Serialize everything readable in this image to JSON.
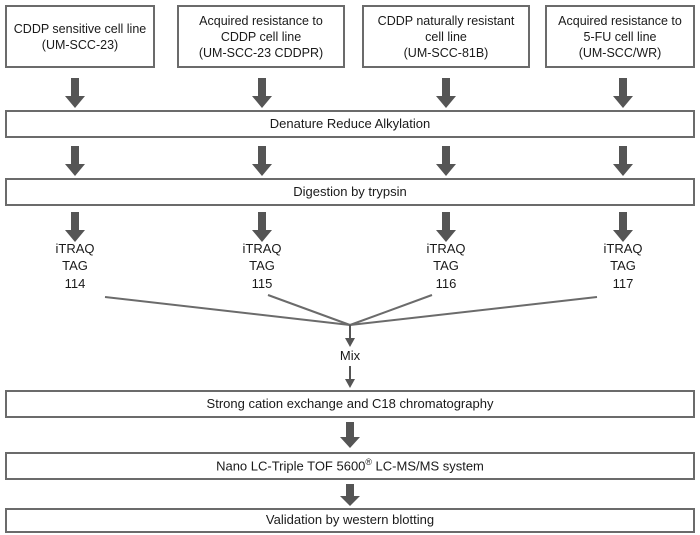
{
  "diagram": {
    "title": "iTRAQ quantitative proteomics workflow",
    "line_color": "#6b6b6b",
    "arrow_color": "#555555",
    "text_color": "#1a1a1a",
    "background": "#ffffff"
  },
  "cell_lines": [
    {
      "id": "cddp-sensitive",
      "line1": "CDDP sensitive cell line",
      "line2": "(UM-SCC-23)",
      "line3": ""
    },
    {
      "id": "cddp-acquired-resistance",
      "line1": "Acquired resistance to",
      "line2": "CDDP cell line",
      "line3": "(UM-SCC-23 CDDPR)"
    },
    {
      "id": "cddp-naturally-resistant",
      "line1": "CDDP naturally resistant",
      "line2": "cell line",
      "line3": "(UM-SCC-81B)"
    },
    {
      "id": "5fu-acquired-resistance",
      "line1": "Acquired resistance to",
      "line2": "5-FU cell line",
      "line3": "(UM-SCC/WR)"
    }
  ],
  "steps": {
    "denature": "Denature   Reduce   Alkylation",
    "digestion": "Digestion by trypsin",
    "mix": "Mix",
    "chromatography": "Strong cation exchange and C18 chromatography",
    "massspec_prefix": "Nano LC-Triple TOF 5600",
    "massspec_sup": "®",
    "massspec_suffix": " LC-MS/MS system",
    "validation": "Validation by western blotting"
  },
  "itraq_tags": [
    {
      "label1": "iTRAQ",
      "label2": "TAG",
      "number": "114"
    },
    {
      "label1": "iTRAQ",
      "label2": "TAG",
      "number": "115"
    },
    {
      "label1": "iTRAQ",
      "label2": "TAG",
      "number": "116"
    },
    {
      "label1": "iTRAQ",
      "label2": "TAG",
      "number": "117"
    }
  ]
}
